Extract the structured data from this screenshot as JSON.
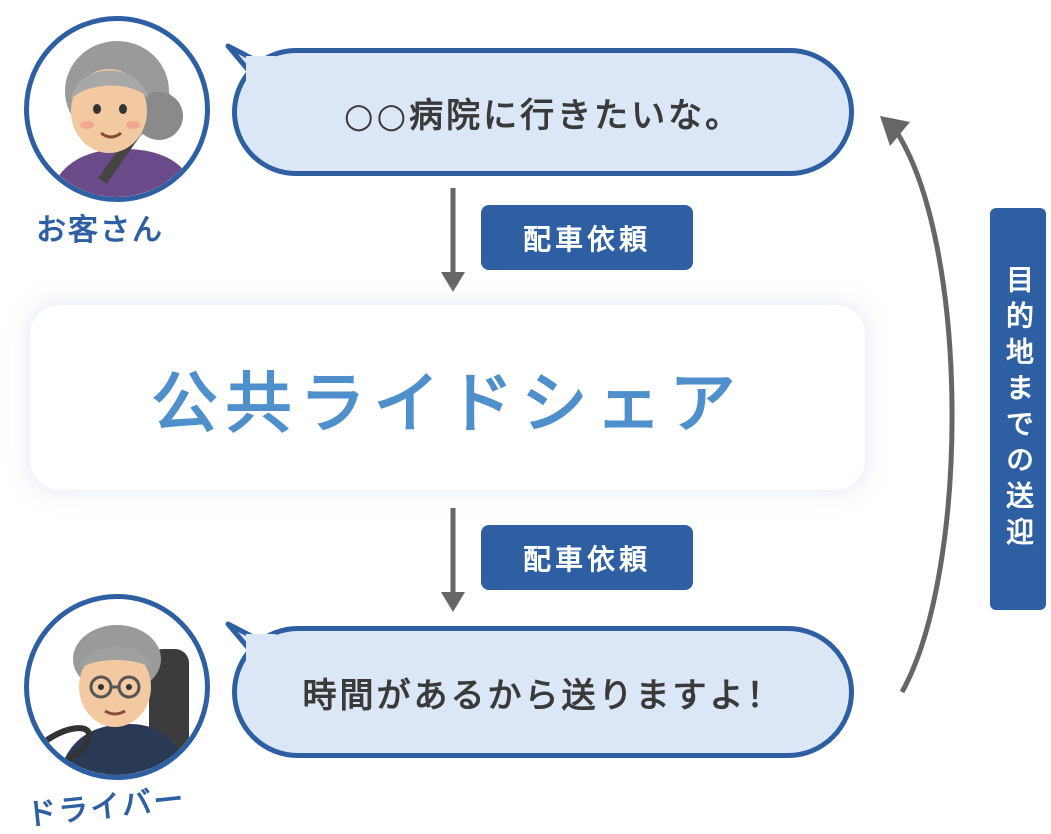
{
  "customer": {
    "label": "お客さん",
    "speech": "○○病院に行きたいな。"
  },
  "request_step_top": {
    "label": "配車依頼"
  },
  "service": {
    "title": "公共ライドシェア"
  },
  "request_step_bottom": {
    "label": "配車依頼"
  },
  "driver": {
    "label": "ドライバー",
    "speech": "時間があるから送りますよ！"
  },
  "return_flow": {
    "label": "目的地までの送迎"
  },
  "colors": {
    "primary": "#2f5fa3",
    "bubble_fill": "#dbe7f6",
    "title": "#4f8fcc",
    "arrow": "#666666"
  }
}
